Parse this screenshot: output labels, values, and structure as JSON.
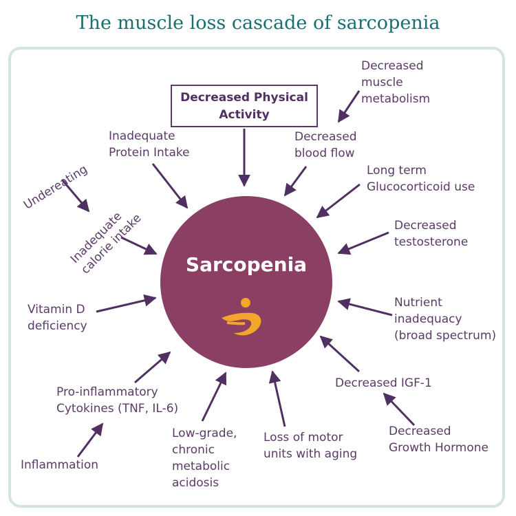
{
  "title": "The muscle loss cascade of sarcopenia",
  "center": {
    "label": "Sarcopenia",
    "color": "#8b3f63"
  },
  "colors": {
    "title": "#17706e",
    "text": "#5b3a66",
    "frame": "#d4e4df",
    "arrow": "#4f3060"
  },
  "icon": "orange-runner-logo-icon",
  "box": {
    "label": "Decreased Physical\nActivity"
  },
  "factors": {
    "decreased_muscle_metabolism": "Decreased\nmuscle\nmetabolism",
    "inadequate_protein_intake": "Inadequate\nProtein Intake",
    "decreased_blood_flow": "Decreased\nblood flow",
    "undereating": "Undereating",
    "long_term_glucocorticoid_use": "Long term\nGlucocorticoid use",
    "inadequate_calorie_intake": "Inadequate\ncalorie intake",
    "decreased_testosterone": "Decreased\ntestosterone",
    "vitamin_d_deficiency": "Vitamin D\ndeficiency",
    "nutrient_inadequacy": "Nutrient\ninadequacy\n(broad spectrum)",
    "decreased_igf1": "Decreased IGF-1",
    "pro_inflammatory_cytokines": "Pro-inflammatory\nCytokines (TNF, IL-6)",
    "decreased_growth_hormone": "Decreased\nGrowth Hormone",
    "low_grade_acidosis": "Low-grade,\nchronic\nmetabolic\nacidosis",
    "loss_of_motor_units": "Loss of motor\nunits with aging",
    "inflammation": "Inflammation"
  }
}
